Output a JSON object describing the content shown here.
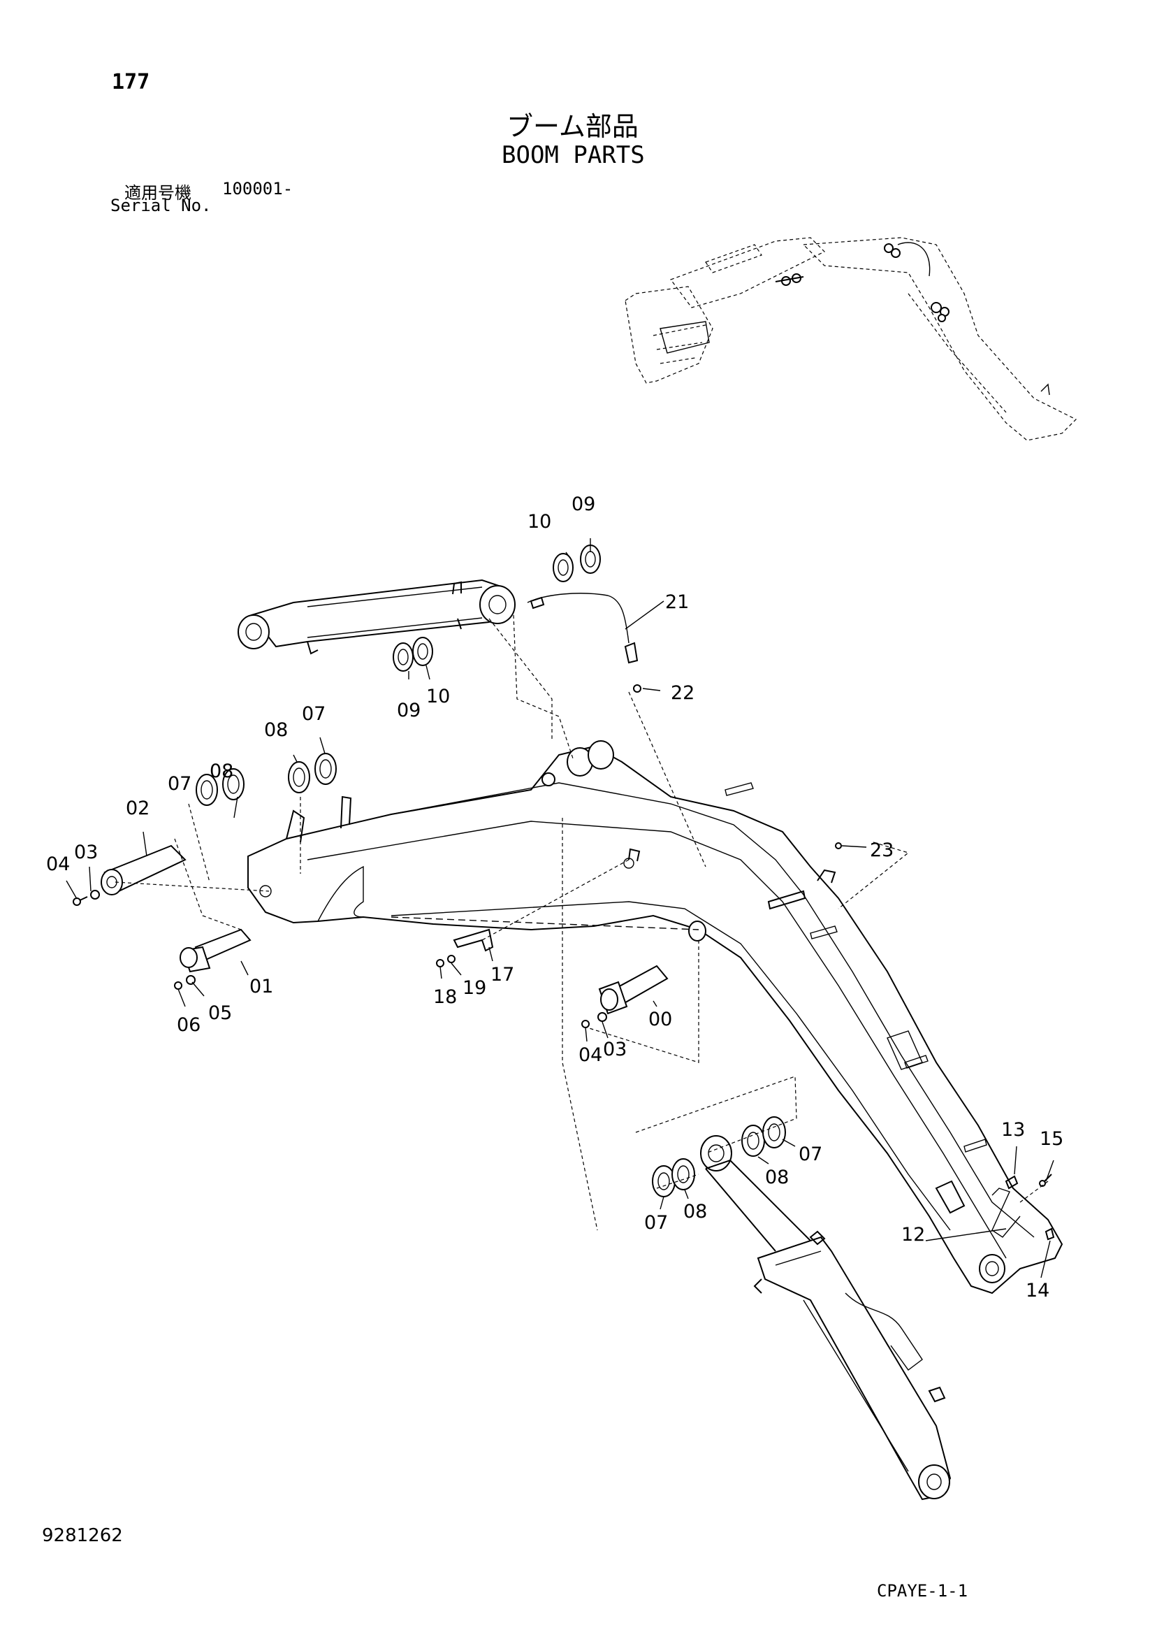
{
  "header": {
    "page_number": "177",
    "title_jp": "ブーム部品",
    "title_en": "BOOM PARTS",
    "serial_label_jp": "適用号機",
    "serial_range": "100001-",
    "serial_label_en": "Serial No."
  },
  "footer": {
    "drawing_number": "9281262",
    "figure_code": "CPAYE-1-1"
  },
  "callouts": {
    "c00": "00",
    "c01": "01",
    "c02": "02",
    "c03a": "03",
    "c03b": "03",
    "c04a": "04",
    "c04b": "04",
    "c05": "05",
    "c06": "06",
    "c07a": "07",
    "c07b": "07",
    "c07c": "07",
    "c07d": "07",
    "c08a": "08",
    "c08b": "08",
    "c08c": "08",
    "c08d": "08",
    "c09a": "09",
    "c09b": "09",
    "c10a": "10",
    "c10b": "10",
    "c12": "12",
    "c13": "13",
    "c14": "14",
    "c15": "15",
    "c17": "17",
    "c18": "18",
    "c19": "19",
    "c21": "21",
    "c22": "22",
    "c23": "23"
  }
}
